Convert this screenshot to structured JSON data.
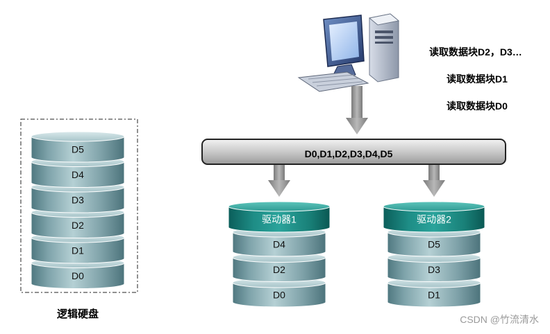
{
  "computer": {
    "label": "computer-icon"
  },
  "read_ops": [
    "读取数据块D2，D3…",
    "读取数据块D1",
    "读取数据块D0"
  ],
  "bus": {
    "label": "D0,D1,D2,D3,D4,D5"
  },
  "logical_disk": {
    "caption": "逻辑硬盘",
    "blocks": [
      "D5",
      "D4",
      "D3",
      "D2",
      "D1",
      "D0"
    ]
  },
  "drives": [
    {
      "label": "驱动器1",
      "blocks": [
        "D4",
        "D2",
        "D0"
      ]
    },
    {
      "label": "驱动器2",
      "blocks": [
        "D5",
        "D3",
        "D1"
      ]
    }
  ],
  "watermark": "CSDN @竹流清水",
  "colors": {
    "disk_block": "#8fb3ba",
    "drive_header": "#1f8a84",
    "bus": "#c7c7c7",
    "arrow": "#8c8c8c"
  }
}
